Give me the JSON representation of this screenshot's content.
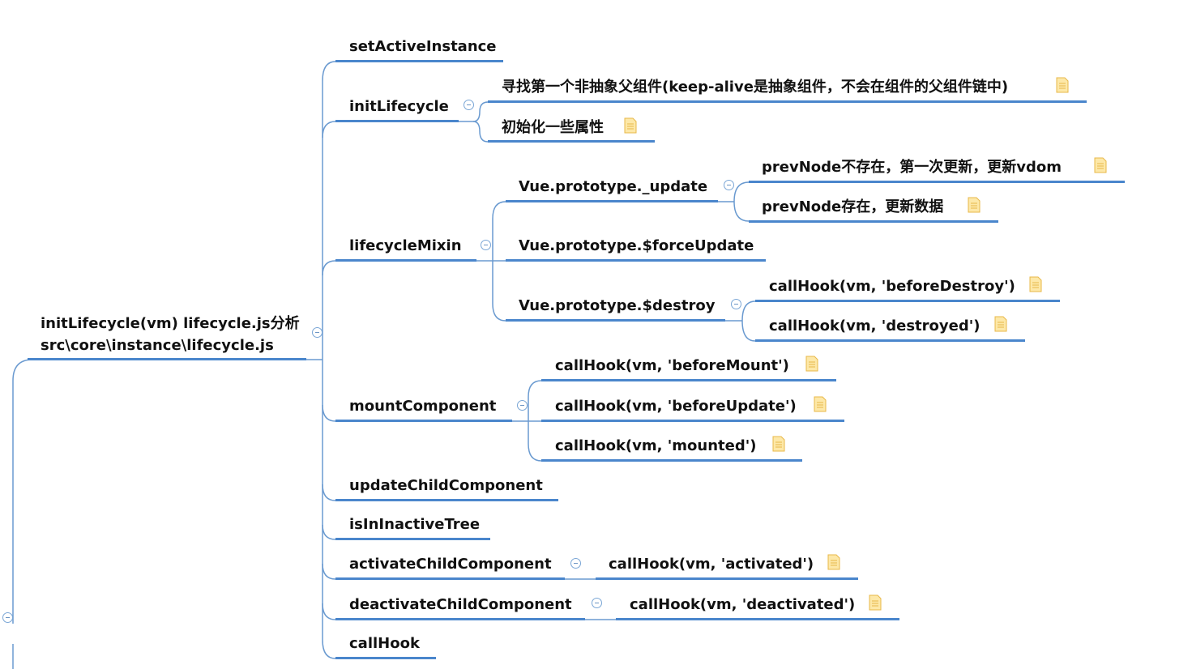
{
  "mindmap": {
    "root": {
      "line1": "initLifecycle(vm) lifecycle.js分析",
      "line2": "src\\core\\instance\\lifecycle.js"
    },
    "nodes": {
      "setActiveInstance": "setActiveInstance",
      "initLifecycle": "initLifecycle",
      "initLifecycle_c1": "寻找第一个非抽象父组件(keep-alive是抽象组件，不会在组件的父组件链中)",
      "initLifecycle_c2": "初始化一些属性",
      "lifecycleMixin": "lifecycleMixin",
      "update": "Vue.prototype._update",
      "update_c1": "prevNode不存在，第一次更新，更新vdom",
      "update_c2": "prevNode存在，更新数据",
      "forceUpdate": "Vue.prototype.$forceUpdate",
      "destroy": "Vue.prototype.$destroy",
      "destroy_c1": "callHook(vm, 'beforeDestroy')",
      "destroy_c2": "callHook(vm, 'destroyed')",
      "mountComponent": "mountComponent",
      "mount_c1": "callHook(vm, 'beforeMount')",
      "mount_c2": "callHook(vm, 'beforeUpdate')",
      "mount_c3": "callHook(vm, 'mounted')",
      "updateChildComponent": "updateChildComponent",
      "isInInactiveTree": "isInInactiveTree",
      "activateChildComponent": "activateChildComponent",
      "activate_c1": "callHook(vm, 'activated')",
      "deactivateChildComponent": "deactivateChildComponent",
      "deactivate_c1": "callHook(vm, 'deactivated')",
      "callHook": "callHook"
    }
  },
  "colors": {
    "line": "#4a86cc",
    "connector": "#6a9ad0",
    "text": "#111111",
    "note_fill": "#fde8a8",
    "note_stroke": "#e8b84a"
  }
}
